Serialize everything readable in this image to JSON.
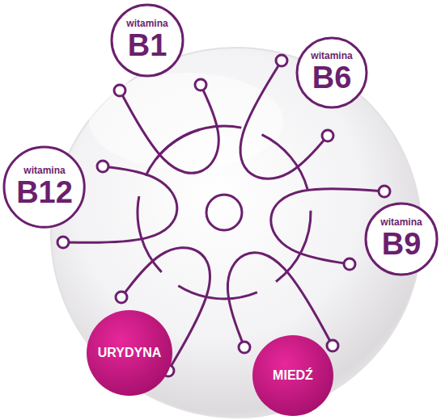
{
  "diagram": {
    "nodes": [
      {
        "text": [
          "witamina",
          "B1"
        ]
      },
      {
        "text": [
          "witamina",
          "B6"
        ]
      },
      {
        "text": [
          "witamina",
          "B12"
        ]
      },
      {
        "text": [
          "witamina",
          "B9"
        ]
      },
      {
        "text": [
          "URYDYNA"
        ]
      },
      {
        "text": [
          "MIEDŹ"
        ]
      }
    ]
  }
}
